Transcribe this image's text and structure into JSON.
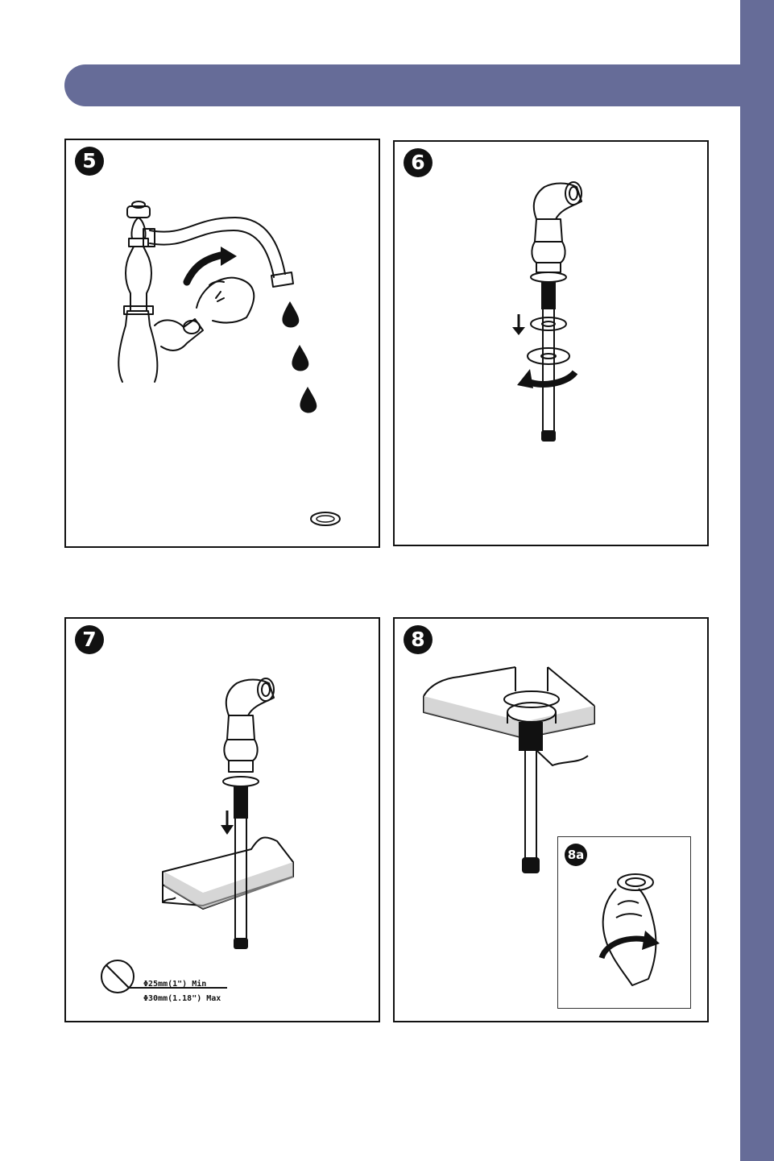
{
  "colors": {
    "accent": "#666c98",
    "line": "#111111"
  },
  "steps": [
    {
      "number": "5"
    },
    {
      "number": "6"
    },
    {
      "number": "7",
      "dimension": {
        "min": "Φ25mm(1\") Min",
        "max": "Φ30mm(1.18\") Max"
      }
    },
    {
      "number": "8",
      "inset": {
        "number": "8a"
      }
    }
  ]
}
